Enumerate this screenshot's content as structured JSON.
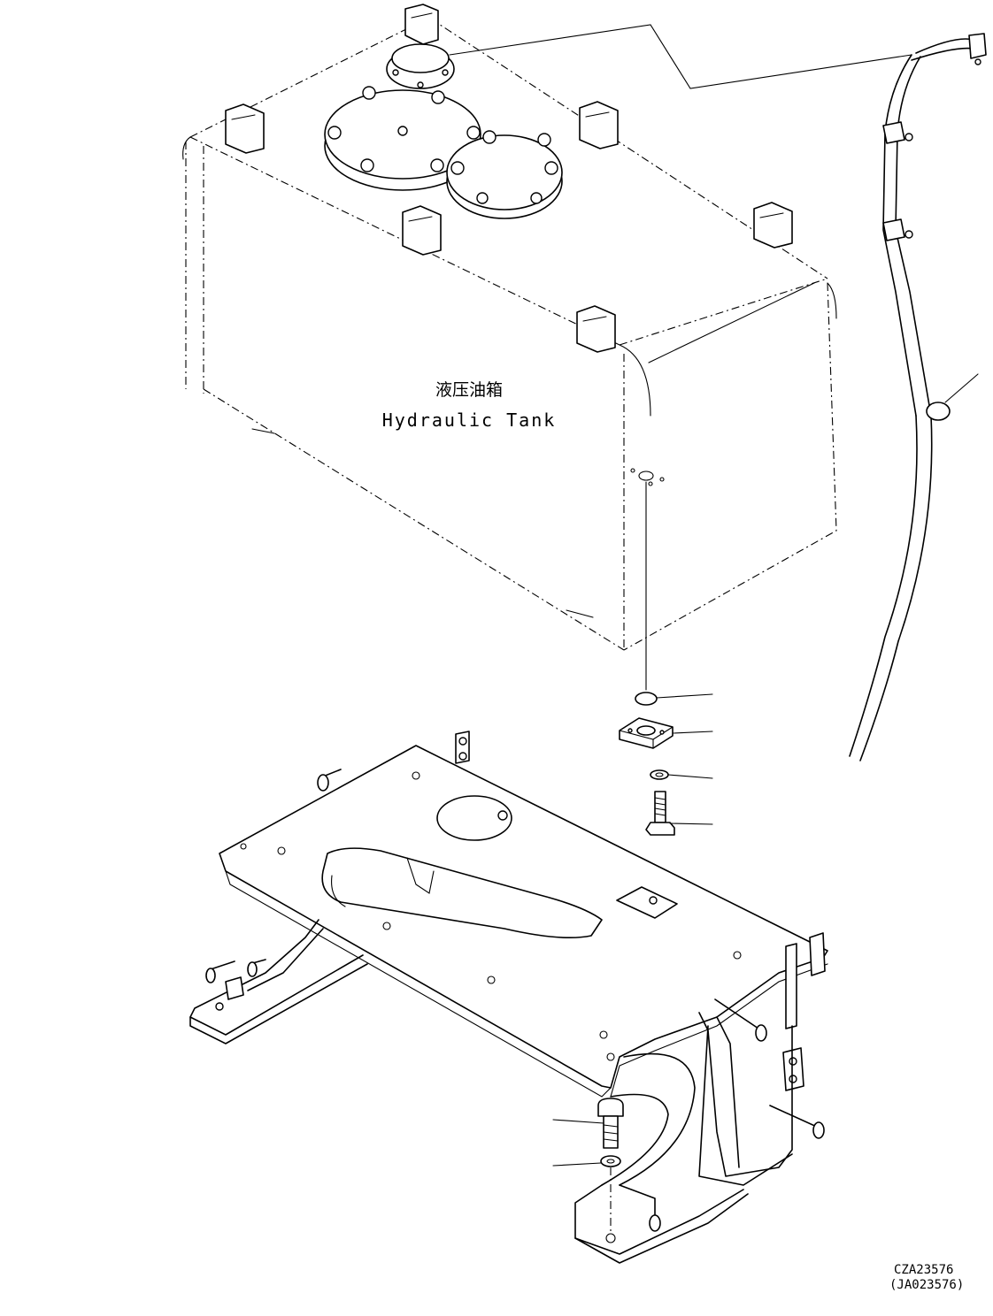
{
  "drawing": {
    "tank_label_cn": "液压油箱",
    "tank_label_en": "Hydraulic Tank",
    "drawing_code": "CZA23576",
    "drawing_code_alt": "(JA023576)"
  },
  "callouts": [
    {
      "id": "hose-callout",
      "label": ""
    },
    {
      "id": "o-ring-callout",
      "label": ""
    },
    {
      "id": "flange-callout",
      "label": ""
    },
    {
      "id": "washer-callout",
      "label": ""
    },
    {
      "id": "bolt-callout",
      "label": ""
    },
    {
      "id": "lower-bolt-callout",
      "label": ""
    },
    {
      "id": "lower-washer-callout",
      "label": ""
    }
  ]
}
